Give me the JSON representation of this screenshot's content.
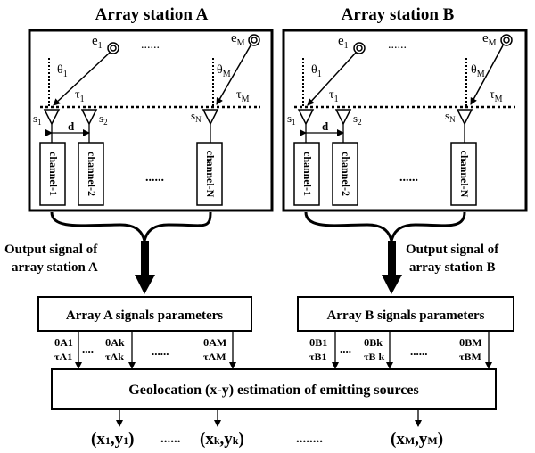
{
  "stations": [
    {
      "title": "Array station A",
      "emitter_first": {
        "label": "e",
        "sub": "1"
      },
      "emitter_last": {
        "label": "e",
        "sub": "M"
      },
      "theta_first": {
        "label": "θ",
        "sub": "1"
      },
      "theta_last": {
        "label": "θ",
        "sub": "M"
      },
      "tau_first": {
        "label": "τ",
        "sub": "1"
      },
      "tau_last": {
        "label": "τ",
        "sub": "M"
      },
      "sensor_1": {
        "label": "s",
        "sub": "1"
      },
      "sensor_2": {
        "label": "s",
        "sub": "2"
      },
      "sensor_n": {
        "label": "s",
        "sub": "N"
      },
      "spacing": "d",
      "ellipsis_top": "......",
      "ellipsis_channels": "......",
      "channels": [
        "channel-1",
        "channel-2",
        "channel-N"
      ],
      "output_label_line1": "Output signal of",
      "output_label_line2": "array station A",
      "params_box": "Array A signals parameters",
      "outputs": [
        {
          "theta": "θ",
          "theta_sub": "A1",
          "tau": "τ",
          "tau_sub": "A1"
        },
        {
          "theta": "θ",
          "theta_sub": "Ak",
          "tau": "τ",
          "tau_sub": "Ak"
        },
        {
          "theta": "θ",
          "theta_sub": "AM",
          "tau": "τ",
          "tau_sub": "AM"
        }
      ],
      "dots_1": "....",
      "dots_2": "......"
    },
    {
      "title": "Array station B",
      "emitter_first": {
        "label": "e",
        "sub": "1"
      },
      "emitter_last": {
        "label": "e",
        "sub": "M"
      },
      "theta_first": {
        "label": "θ",
        "sub": "1"
      },
      "theta_last": {
        "label": "θ",
        "sub": "M"
      },
      "tau_first": {
        "label": "τ",
        "sub": "1"
      },
      "tau_last": {
        "label": "τ",
        "sub": "M"
      },
      "sensor_1": {
        "label": "s",
        "sub": "1"
      },
      "sensor_2": {
        "label": "s",
        "sub": "2"
      },
      "sensor_n": {
        "label": "s",
        "sub": "N"
      },
      "spacing": "d",
      "ellipsis_top": "......",
      "ellipsis_channels": "......",
      "channels": [
        "channel-1",
        "channel-2",
        "channel-N"
      ],
      "output_label_line1": "Output signal of",
      "output_label_line2": "array station B",
      "params_box": "Array B signals parameters",
      "outputs": [
        {
          "theta": "θ",
          "theta_sub": "B1",
          "tau": "τ",
          "tau_sub": "B1"
        },
        {
          "theta": "θ",
          "theta_sub": "Bk",
          "tau": "τ",
          "tau_sub": "B k"
        },
        {
          "theta": "θ",
          "theta_sub": "BM",
          "tau": "τ",
          "tau_sub": "BM"
        }
      ],
      "dots_1": "....",
      "dots_2": "......"
    }
  ],
  "geolocation_box": "Geolocation (x-y) estimation of emitting sources",
  "results": [
    {
      "open": "(x",
      "sub1": "1",
      "comma": ",y",
      "sub2": "1",
      "close": ")"
    },
    {
      "open": "(x",
      "sub1": "k",
      "comma": ",y",
      "sub2": "k",
      "close": ")"
    },
    {
      "open": "(x",
      "sub1": "M",
      "comma": ",y",
      "sub2": "M",
      "close": ")"
    }
  ],
  "results_dots_1": "......",
  "results_dots_2": "........"
}
